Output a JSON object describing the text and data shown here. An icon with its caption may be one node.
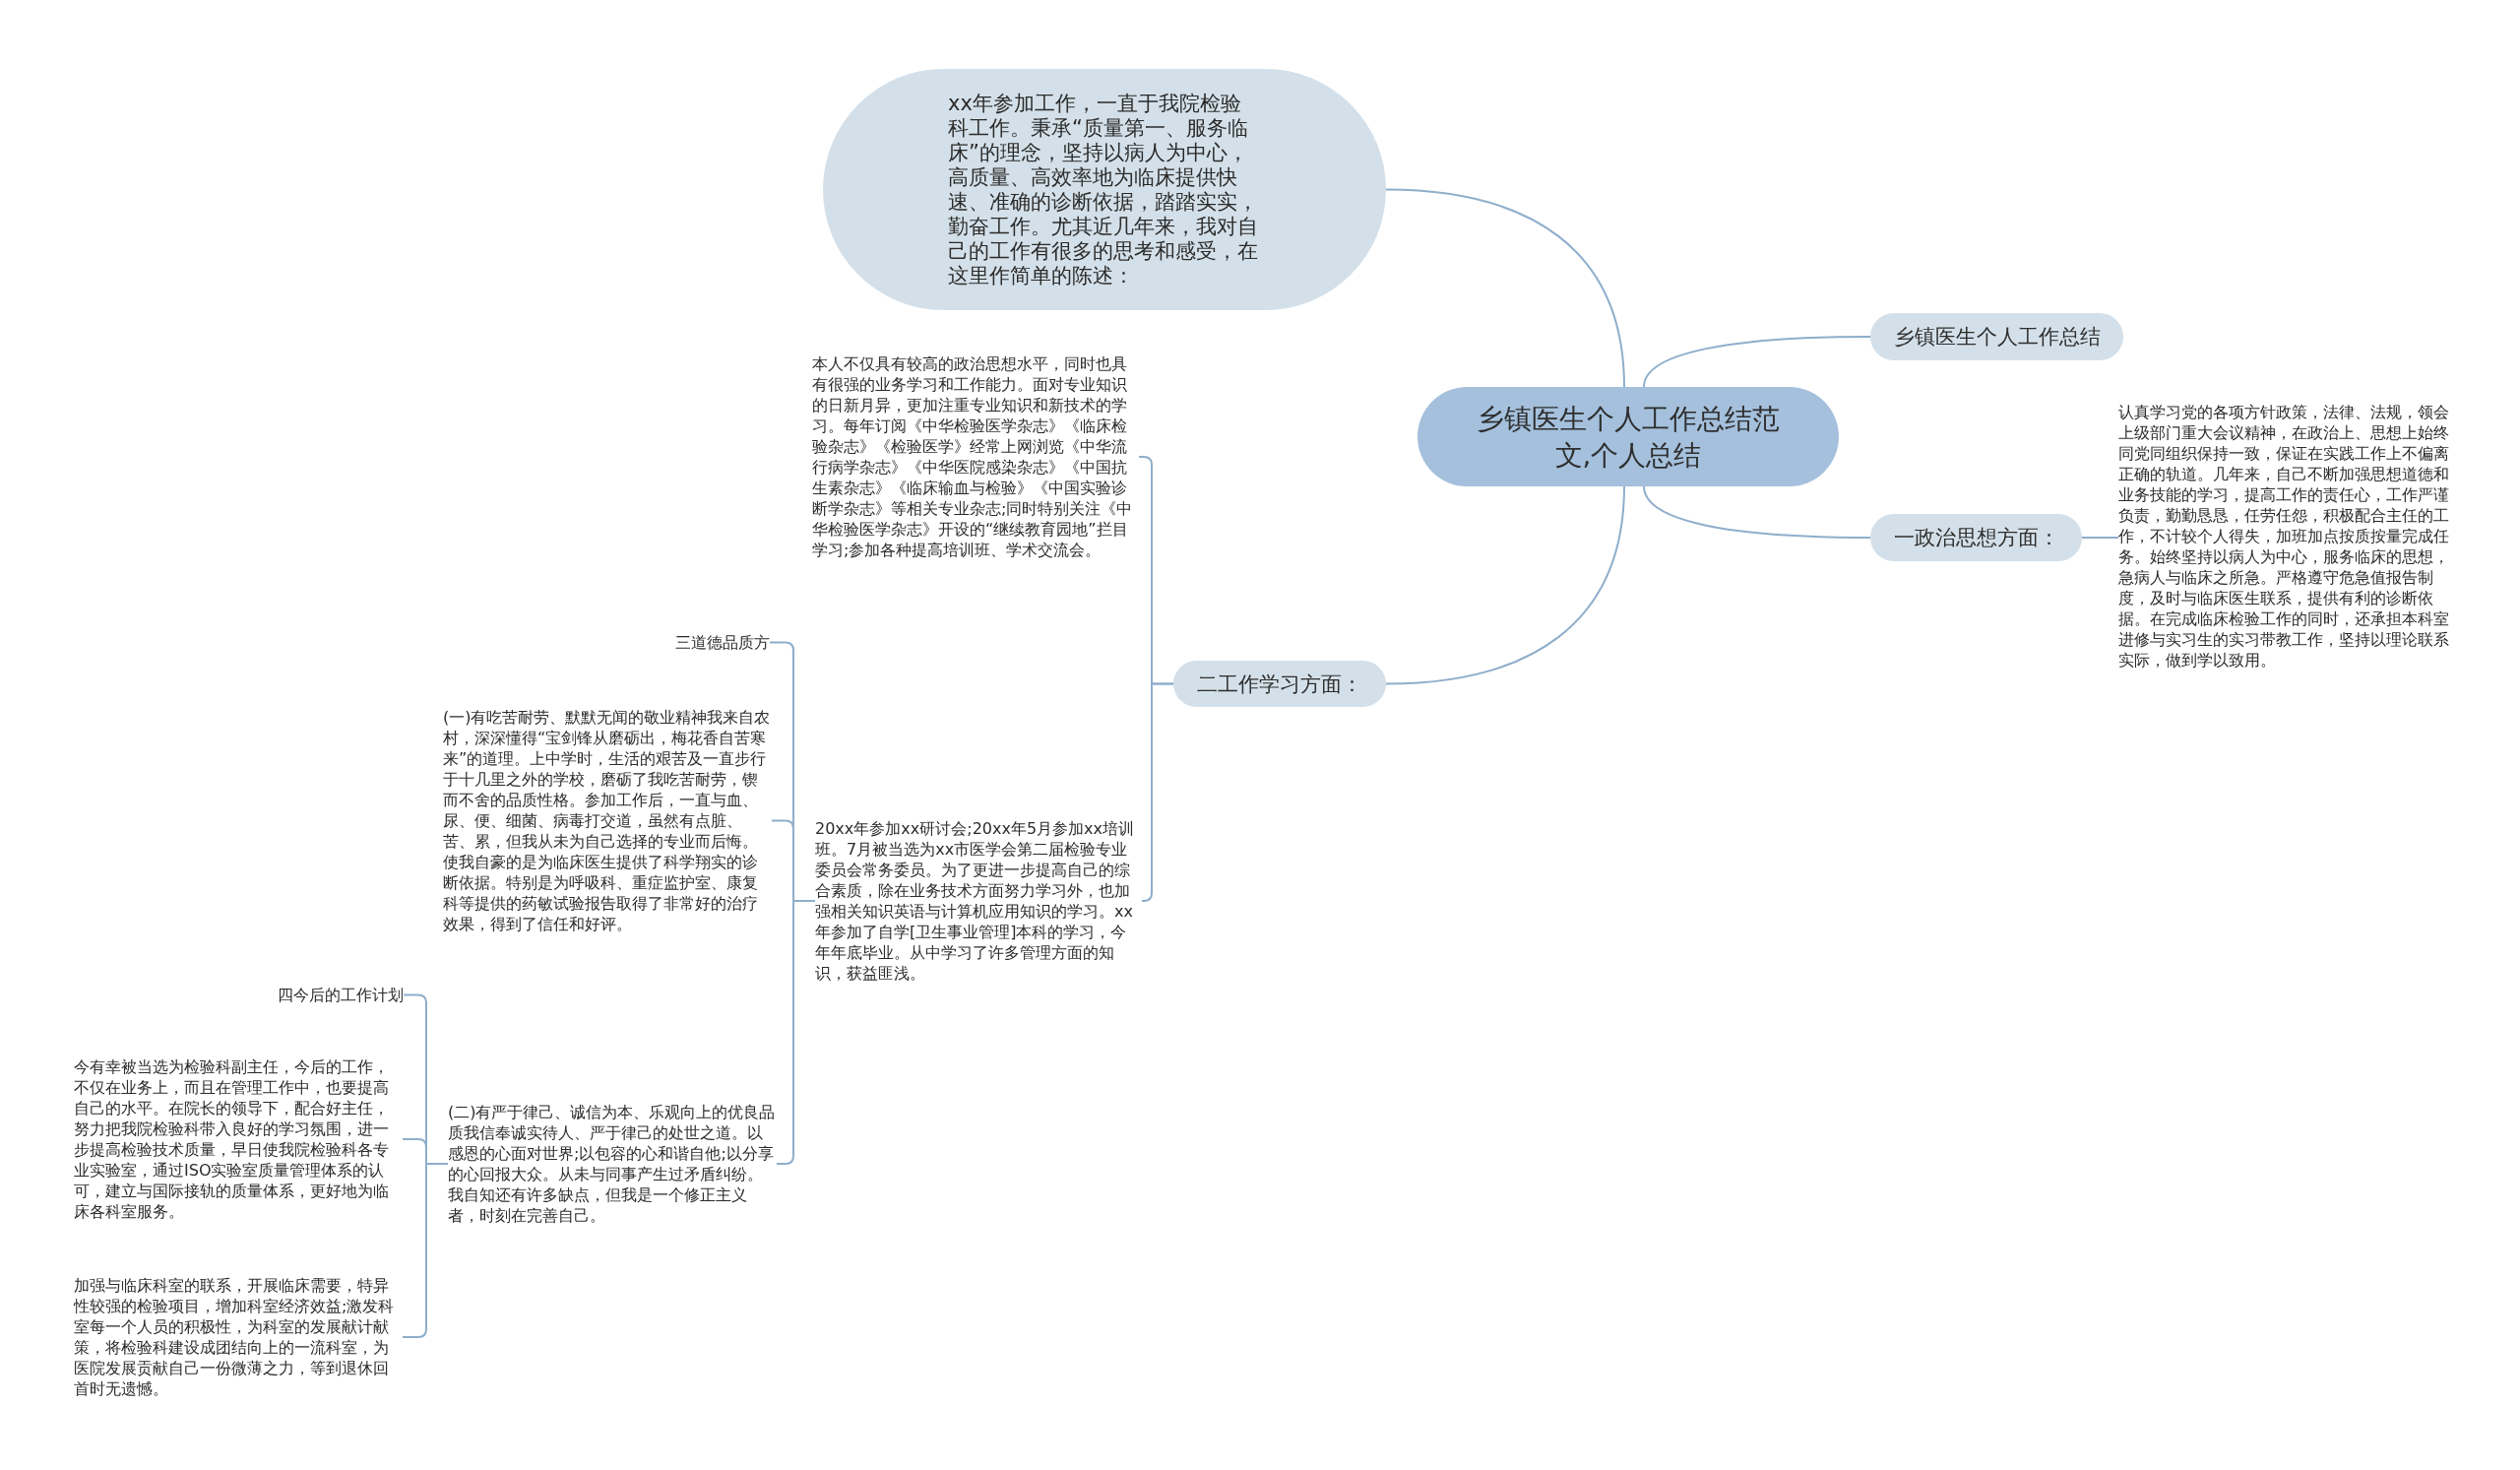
{
  "diagram": {
    "nodes": [
      {
        "text": [
          "乡镇医生个人工作总结范文,个人总结"
        ]
      },
      {
        "text": [
          "xx年参加工作，一直于我院检验科工作。秉承“质量第一、服务临床”的理念，坚持以病人为中心，高质量、高效率地为临床提供快速、准确的诊断依据，踏踏实实，勤奋工作。尤其近几年来，我对自己的工作有很多的思考和感受，在这里作简单的陈述："
        ]
      },
      {
        "text": [
          "乡镇医生个人工作总结"
        ]
      },
      {
        "text": [
          "一政治思想方面："
        ]
      },
      {
        "text": [
          "认真学习党的各项方针政策，法律、法规，领会上级部门重大会议精神，在政治上、思想上始终同党同组织保持一致，保证在实践工作上不偏离正确的轨道。几年来，自己不断加强思想道德和业务技能的学习，提高工作的责任心，工作严谨负责，勤勤恳恳，任劳任怨，积极配合主任的工作，不计较个人得失，加班加点按质按量完成任务。始终坚持以病人为中心，服务临床的思想，急病人与临床之所急。严格遵守危急值报告制度，及时与临床医生联系，提供有利的诊断依据。在完成临床检验工作的同时，还承担本科室进修与实习生的实习带教工作，坚持以理论联系实际，做到学以致用。"
        ]
      },
      {
        "text": [
          "二工作学习方面："
        ]
      },
      {
        "text": [
          "本人不仅具有较高的政治思想水平，同时也具有很强的业务学习和工作能力。面对专业知识的日新月异，更加注重专业知识和新技术的学习。每年订阅《中华检验医学杂志》《临床检验杂志》《检验医学》经常上网浏览《中华流行病学杂志》《中华医院感染杂志》《中国抗生素杂志》《临床输血与检验》《中国实验诊断学杂志》等相关专业杂志;同时特别关注《中华检验医学杂志》开设的“继续教育园地”拦目学习;参加各种提高培训班、学术交流会。"
        ]
      },
      {
        "text": [
          "20xx年参加xx研讨会;20xx年5月参加xx培训班。7月被当选为xx市医学会第二届检验专业委员会常务委员。为了更进一步提高自己的综合素质，除在业务技术方面努力学习外，也加强相关知识英语与计算机应用知识的学习。xx年参加了自学[卫生事业管理]本科的学习，今年年底毕业。从中学习了许多管理方面的知识，获益匪浅。"
        ]
      },
      {
        "text": [
          "三道德品质方"
        ]
      },
      {
        "text": [
          "(一)有吃苦耐劳、默默无闻的敬业精神我来自农村，深深懂得“宝剑锋从磨砺出，梅花香自苦寒来”的道理。上中学时，生活的艰苦及一直步行于十几里之外的学校，磨砺了我吃苦耐劳，锲而不舍的品质性格。参加工作后，一直与血、尿、便、细菌、病毒打交道，虽然有点脏、苦、累，但我从未为自己选择的专业而后悔。使我自豪的是为临床医生提供了科学翔实的诊断依据。特别是为呼吸科、重症监护室、康复科等提供的药敏试验报告取得了非常好的治疗效果，得到了信任和好评。"
        ]
      },
      {
        "text": [
          "(二)有严于律己、诚信为本、乐观向上的优良品质我信奉诚实待人、严于律己的处世之道。以感恩的心面对世界;以包容的心和谐自他;以分享的心回报大众。从未与同事产生过矛盾纠纷。我自知还有许多缺点，但我是一个修正主义者，时刻在完善自己。"
        ]
      },
      {
        "text": [
          "四今后的工作计划"
        ]
      },
      {
        "text": [
          "今有幸被当选为检验科副主任，今后的工作，不仅在业务上，而且在管理工作中，也要提高自己的水平。在院长的领导下，配合好主任，努力把我院检验科带入良好的学习氛围，进一步提高检验技术质量，早日使我院检验科各专业实验室，通过ISO实验室质量管理体系的认可，建立与国际接轨的质量体系，更好地为临床各科室服务。"
        ]
      },
      {
        "text": [
          "加强与临床科室的联系，开展临床需要，特异性较强的检验项目，增加科室经济效益;激发科室每一个人员的积极性，为科室的发展献计献策，将检验科建设成团结向上的一流科室，为医院发展贡献自己一份微薄之力，等到退休回首时无遗憾。"
        ]
      }
    ],
    "edges": [
      {
        "from": 0,
        "to": 1,
        "arrow": "none"
      },
      {
        "from": 0,
        "to": 2,
        "arrow": "none"
      },
      {
        "from": 0,
        "to": 3,
        "arrow": "none"
      },
      {
        "from": 3,
        "to": 4,
        "arrow": "none"
      },
      {
        "from": 0,
        "to": 5,
        "arrow": "none"
      },
      {
        "from": 5,
        "to": 6,
        "arrow": "none"
      },
      {
        "from": 5,
        "to": 7,
        "arrow": "none"
      },
      {
        "from": 7,
        "to": 8,
        "arrow": "none"
      },
      {
        "from": 7,
        "to": 9,
        "arrow": "none"
      },
      {
        "from": 7,
        "to": 10,
        "arrow": "none"
      },
      {
        "from": 10,
        "to": 11,
        "arrow": "none"
      },
      {
        "from": 10,
        "to": 12,
        "arrow": "none"
      },
      {
        "from": 10,
        "to": 13,
        "arrow": "none"
      }
    ]
  }
}
